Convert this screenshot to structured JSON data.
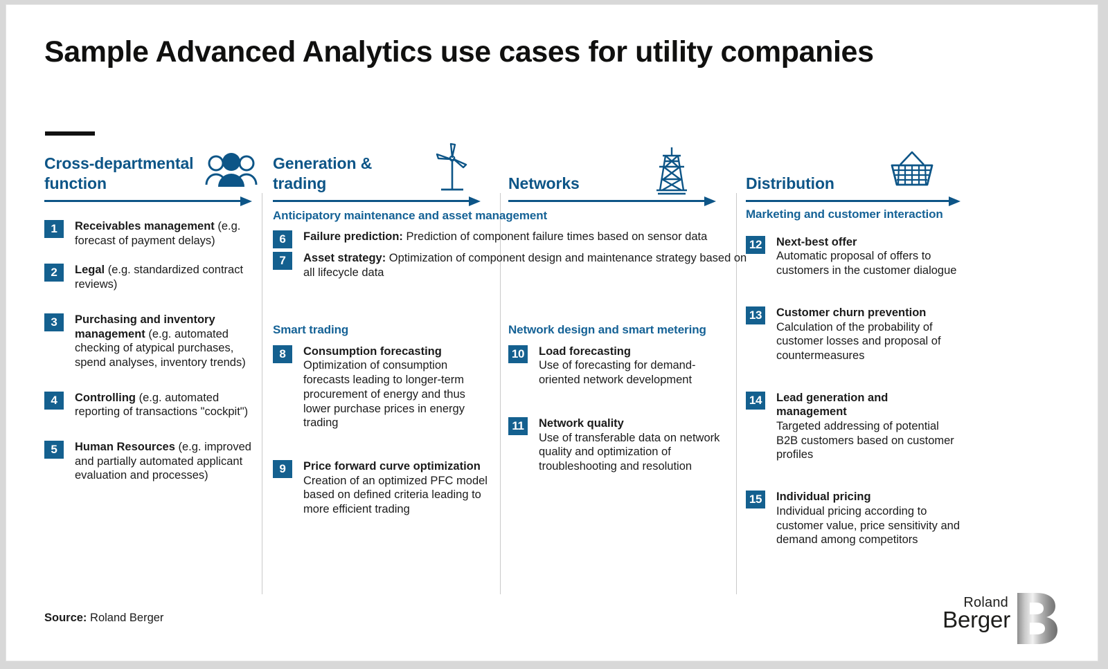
{
  "title": "Sample Advanced Analytics use cases for utility companies",
  "colors": {
    "brand_blue": "#0d5587",
    "badge_blue": "#14608f",
    "subhead_blue": "#156296",
    "text": "#1b1b1b",
    "divider": "#c9c9c9"
  },
  "columns": [
    {
      "id": "cross-departmental-function",
      "header": "Cross-departmental function",
      "icon": "people-group-icon",
      "sections": [
        {
          "subhead": "",
          "items": [
            {
              "num": "1",
              "lead": "Receivables management",
              "rest": " (e.g. forecast of payment delays)"
            },
            {
              "num": "2",
              "lead": "Legal",
              "rest": " (e.g. standardized contract reviews)"
            },
            {
              "num": "3",
              "lead": "Purchasing and inventory management",
              "rest": " (e.g. automated checking of atypical purchases, spend analyses, inventory trends)"
            },
            {
              "num": "4",
              "lead": "Controlling",
              "rest": " (e.g. automated reporting of transactions \"cockpit\")"
            },
            {
              "num": "5",
              "lead": "Human Resources",
              "rest": " (e.g. improved and partially automated applicant evaluation and processes)"
            }
          ]
        }
      ]
    },
    {
      "id": "generation-and-trading",
      "header": "Generation & trading",
      "icon": "wind-turbine-icon",
      "sections": [
        {
          "subhead": "Anticipatory maintenance and asset management",
          "wide": true,
          "items": [
            {
              "num": "6",
              "lead": "Failure prediction:",
              "rest": " Prediction of component failure times based on sensor data"
            },
            {
              "num": "7",
              "lead": "Asset strategy:",
              "rest": " Optimization of component design and maintenance strategy based on all lifecycle data"
            }
          ]
        },
        {
          "subhead": "Smart trading",
          "wide": false,
          "items": [
            {
              "num": "8",
              "lead": "Consumption forecasting",
              "rest": "Optimization of consumption forecasts leading to longer-term procurement of energy and thus lower purchase prices in energy trading"
            },
            {
              "num": "9",
              "lead": "Price forward curve optimization",
              "rest": "Creation of an optimized PFC model based on defined criteria leading to more efficient trading"
            }
          ]
        }
      ]
    },
    {
      "id": "networks",
      "header": "Networks",
      "icon": "power-pylon-icon",
      "sections": [
        {
          "subhead": "Network design and smart metering",
          "wide": false,
          "items": [
            {
              "num": "10",
              "lead": "Load forecasting",
              "rest": "Use of forecasting for demand-oriented network development"
            },
            {
              "num": "11",
              "lead": "Network quality",
              "rest": "Use of transferable data on network quality and optimization of troubleshooting and resolution"
            }
          ]
        }
      ]
    },
    {
      "id": "distribution",
      "header": "Distribution",
      "icon": "shopping-basket-icon",
      "sections": [
        {
          "subhead": "Marketing and customer interaction",
          "wide": false,
          "items": [
            {
              "num": "12",
              "lead": "Next-best offer",
              "rest": "Automatic proposal of offers to customers in the customer dialogue"
            },
            {
              "num": "13",
              "lead": "Customer churn prevention",
              "rest": "Calculation of the probability of customer losses and proposal of countermeasures"
            },
            {
              "num": "14",
              "lead": "Lead generation and management",
              "rest": "Targeted addressing of potential B2B customers based on customer profiles"
            },
            {
              "num": "15",
              "lead": "Individual pricing",
              "rest": "Individual pricing according to customer value, price sensitivity and demand among competitors"
            }
          ]
        }
      ]
    }
  ],
  "source": {
    "label": "Source:",
    "value": " Roland Berger"
  },
  "logo": {
    "line1": "Roland",
    "line2": "Berger",
    "mark": "B"
  }
}
